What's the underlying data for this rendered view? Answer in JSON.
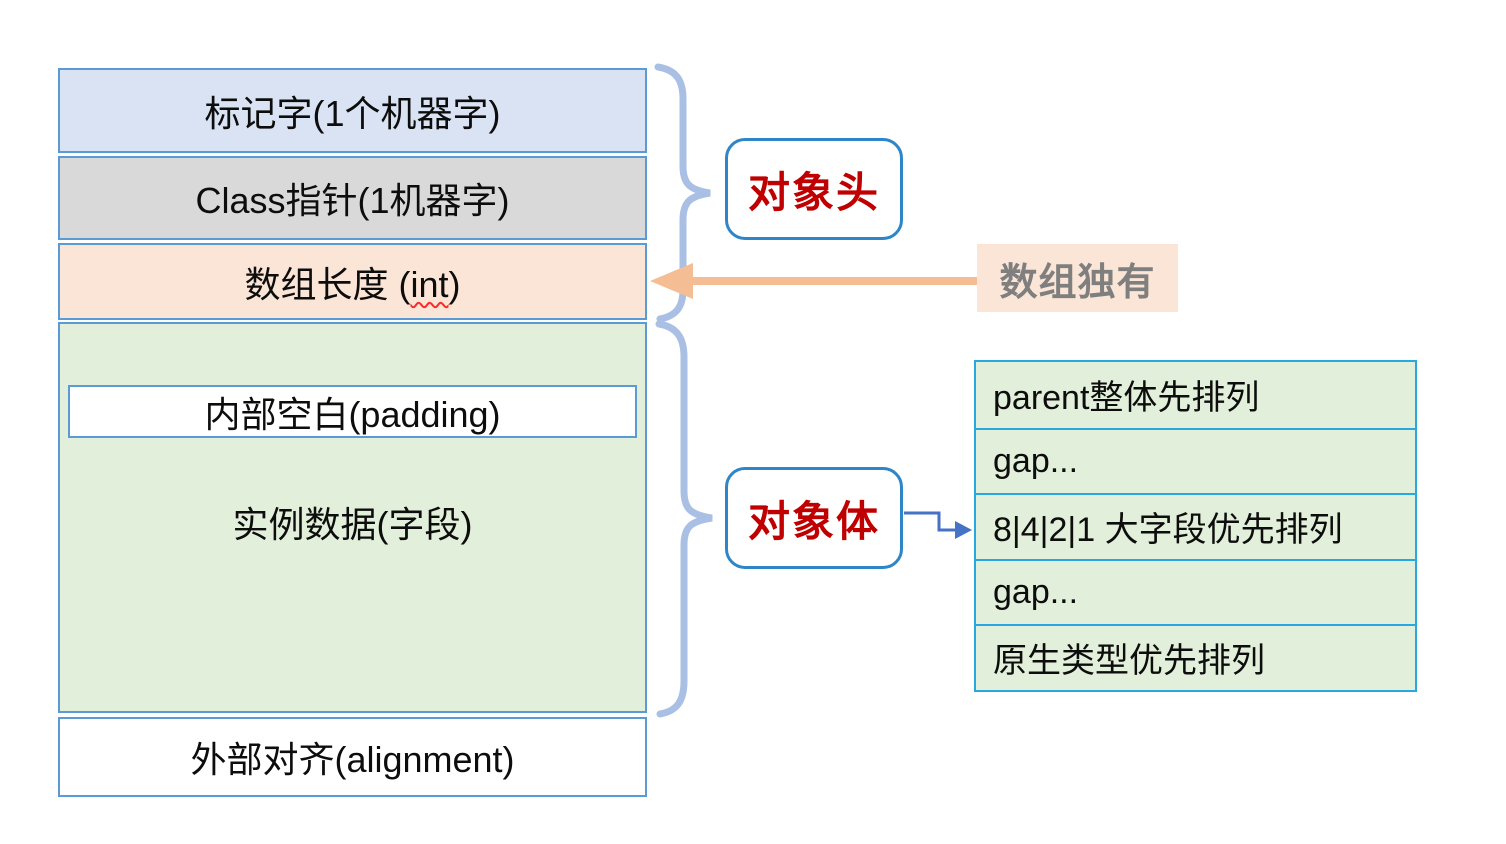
{
  "stack": {
    "mark_word": "标记字(1个机器字)",
    "class_pointer": "Class指针(1机器字)",
    "array_length_prefix": "数组长度 (",
    "array_length_word": "int",
    "array_length_suffix": ")",
    "inner_padding": "内部空白(padding)",
    "instance_data": "实例数据(字段)",
    "external_alignment": "外部对齐(alignment)"
  },
  "callouts": {
    "object_header": "对象头",
    "object_body": "对象体",
    "array_only": "数组独有"
  },
  "field_order_table": {
    "rows": [
      "parent整体先排列",
      "gap...",
      "8|4|2|1 大字段优先排列",
      "gap...",
      "原生类型优先排列"
    ]
  },
  "colors": {
    "box_border": "#5b9bd5",
    "mark_word_fill": "#dae3f3",
    "class_pointer_fill": "#d9d9d9",
    "array_fill": "#fbe5d6",
    "object_body_fill": "#e2efda",
    "table_border": "#29a8e0",
    "table_row_fill": "#e2efda",
    "brace": "#a9c0e4",
    "callout_text": "#c00000",
    "callout_border": "#2e86c8",
    "orange_arrow": "#f4bd94",
    "connector_blue": "#4472c4",
    "array_only_text": "#7f7f7f",
    "spellcheck_underline": "#ff2a2a"
  }
}
